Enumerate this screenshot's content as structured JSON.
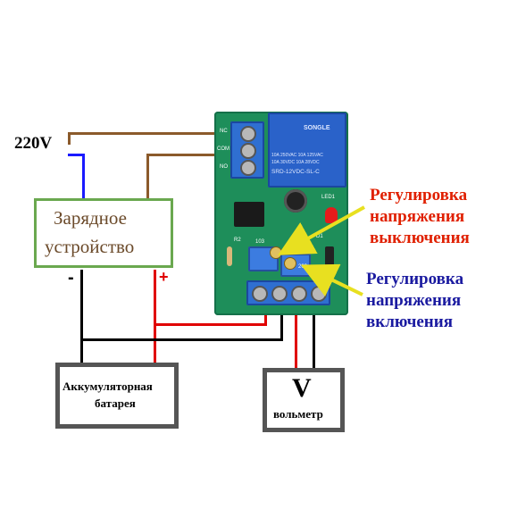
{
  "labels": {
    "voltage_220": "220V",
    "charger_line1": "Зарядное",
    "charger_line2": "устройство",
    "minus": "-",
    "plus": "+",
    "battery_line1": "Аккумуляторная",
    "battery_line2": "батарея",
    "voltmeter_symbol": "V",
    "voltmeter_name": "вольметр",
    "off_line1": "Регулировка",
    "off_line2": "напряжения",
    "off_line3": "выключения",
    "on_line1": "Регулировка",
    "on_line2": "напряжения",
    "on_line3": "включения"
  },
  "board": {
    "relay_brand": "SONGLE",
    "relay_line1": "10A 250VAC 10A 125VAC",
    "relay_line2": "10A 30VDC 10A 28VDC",
    "relay_model": "SRD-12VDC-SL-C",
    "nc_label": "NC",
    "com_label": "COM",
    "no_label": "NO",
    "led_label": "LED1",
    "pot1_code": "103",
    "pot2_code": "203",
    "d_label": "D1",
    "r_label": "R2"
  },
  "colors": {
    "brown_wire": "#8B5A2B",
    "blue_wire": "#1a1aff",
    "red_wire": "#e00000",
    "black_wire": "#000000",
    "charger_border": "#6aa84f",
    "off_text": "#e02000",
    "on_text": "#1a1aa0",
    "box_border": "#555555"
  }
}
